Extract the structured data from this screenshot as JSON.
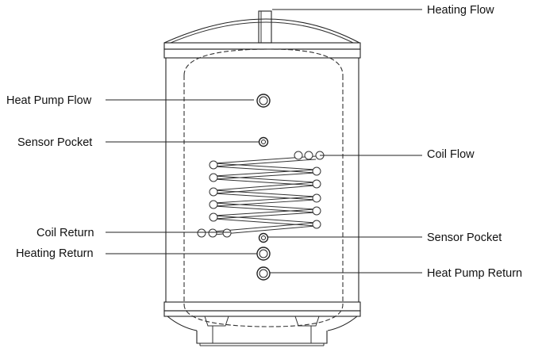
{
  "labels": {
    "heating_flow": "Heating Flow",
    "heat_pump_flow": "Heat Pump Flow",
    "sensor_pocket_upper": "Sensor Pocket",
    "coil_flow": "Coil Flow",
    "coil_return": "Coil Return",
    "sensor_pocket_lower": "Sensor Pocket",
    "heating_return": "Heating Return",
    "heat_pump_return": "Heat Pump Return"
  }
}
